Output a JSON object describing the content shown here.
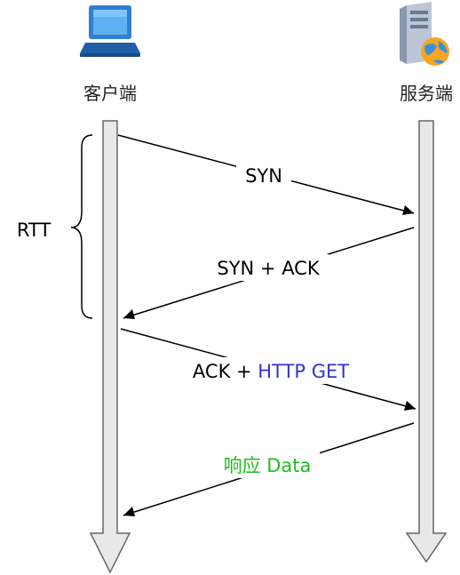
{
  "nodes": {
    "client": {
      "label": "客户端",
      "icon": "laptop-computer-icon"
    },
    "server": {
      "label": "服务端",
      "icon": "server-globe-icon"
    }
  },
  "rtt_label": "RTT",
  "messages": [
    {
      "id": "syn",
      "from": "client",
      "to": "server",
      "parts": [
        {
          "text": "SYN",
          "color": "#000000"
        }
      ]
    },
    {
      "id": "syn-ack",
      "from": "server",
      "to": "client",
      "parts": [
        {
          "text": "SYN + ACK",
          "color": "#000000"
        }
      ]
    },
    {
      "id": "ack-http-get",
      "from": "client",
      "to": "server",
      "parts": [
        {
          "text": "ACK + ",
          "color": "#000000"
        },
        {
          "text": "HTTP GET",
          "color": "#3333cc"
        }
      ]
    },
    {
      "id": "response-data",
      "from": "server",
      "to": "client",
      "parts": [
        {
          "text": "响应 Data",
          "color": "#22bb22"
        }
      ]
    }
  ],
  "colors": {
    "lifeline_fill": "#e8e8e8",
    "lifeline_stroke": "#666666",
    "arrow": "#000000"
  }
}
